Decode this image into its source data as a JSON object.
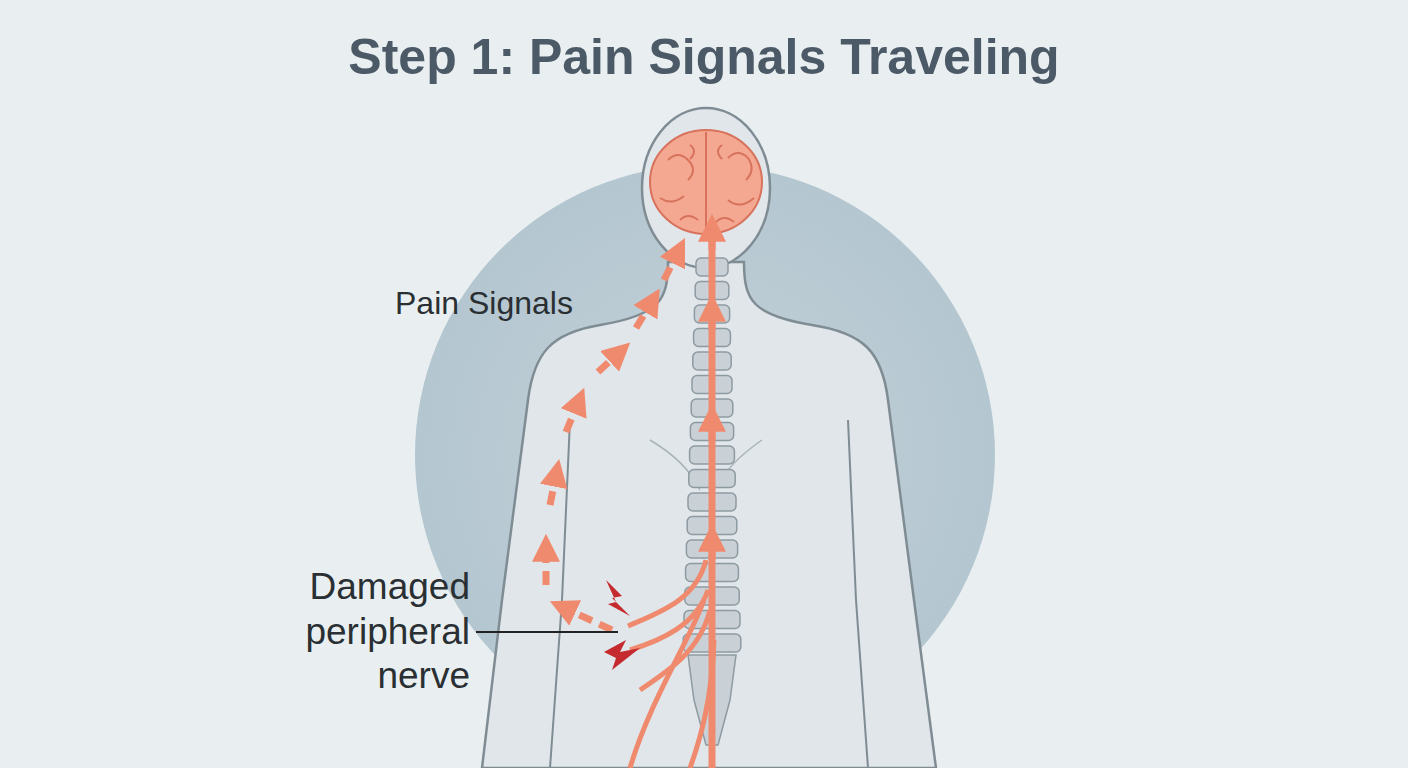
{
  "diagram": {
    "title": "Step 1: Pain Signals Traveling",
    "labels": [
      "Pain Signals",
      "Damaged peripheral nerve"
    ]
  }
}
